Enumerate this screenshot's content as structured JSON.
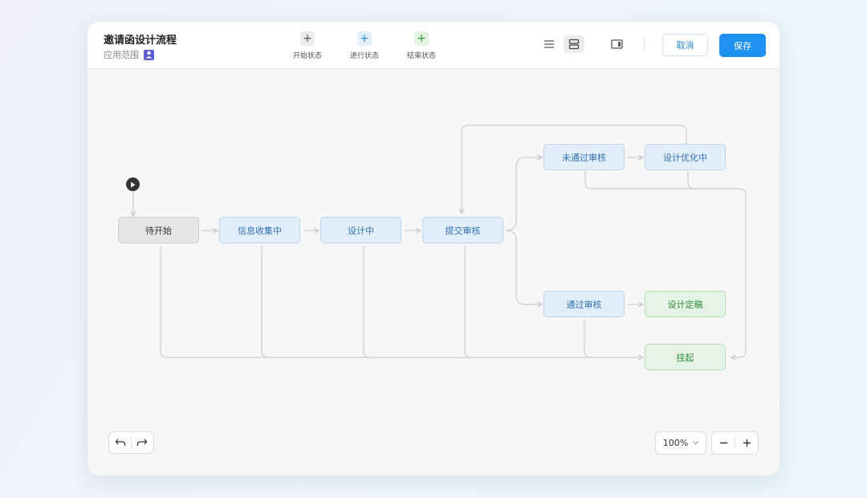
{
  "header": {
    "title": "邀请函设计流程",
    "scope_label": "应用范围",
    "scope_icon": "user-badge-icon"
  },
  "state_buttons": [
    {
      "label": "开始状态",
      "icon": "plus-icon",
      "color": "#555555",
      "bg": "#ececec"
    },
    {
      "label": "进行状态",
      "icon": "plus-icon",
      "color": "#2a8be0",
      "bg": "#e3f0fb"
    },
    {
      "label": "结束状态",
      "icon": "plus-icon",
      "color": "#2e9a3e",
      "bg": "#e3f4e3"
    }
  ],
  "toolbar": {
    "list_view_icon": "list-icon",
    "card_view_icon": "card-layout-icon",
    "panel_icon": "side-panel-icon",
    "cancel_label": "取消",
    "save_label": "保存"
  },
  "colors": {
    "accent": "#1e90f0",
    "node_gray": "#e6e6e6",
    "node_blue": "#e2effb",
    "node_green": "#e5f4e5",
    "edge": "#cccccc"
  },
  "flow": {
    "start_icon": "play-icon",
    "nodes": {
      "pending": "待开始",
      "collecting": "信息收集中",
      "designing": "设计中",
      "submit_review": "提交审核",
      "review_failed": "未通过审核",
      "optimize": "设计优化中",
      "review_passed": "通过审核",
      "finalized": "设计定稿",
      "suspended": "挂起"
    }
  },
  "footer": {
    "undo_icon": "undo-icon",
    "redo_icon": "redo-icon",
    "zoom_level": "100%",
    "zoom_out_icon": "minus-icon",
    "zoom_in_icon": "plus-icon"
  }
}
